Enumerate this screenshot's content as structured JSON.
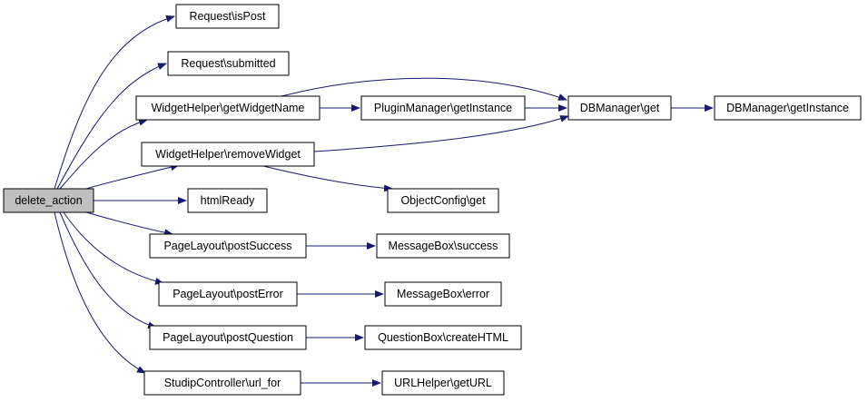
{
  "colors": {
    "edge": "#191970",
    "node_border": "#000000",
    "node_fill": "#ffffff",
    "root_fill": "#bfbfbf",
    "background": "#ffffff"
  },
  "nodes": [
    {
      "id": "delete_action",
      "label": "delete_action",
      "root": true
    },
    {
      "id": "isPost",
      "label": "Request\\isPost"
    },
    {
      "id": "submitted",
      "label": "Request\\submitted"
    },
    {
      "id": "getWidgetName",
      "label": "WidgetHelper\\getWidgetName"
    },
    {
      "id": "removeWidget",
      "label": "WidgetHelper\\removeWidget"
    },
    {
      "id": "htmlReady",
      "label": "htmlReady"
    },
    {
      "id": "postSuccess",
      "label": "PageLayout\\postSuccess"
    },
    {
      "id": "postError",
      "label": "PageLayout\\postError"
    },
    {
      "id": "postQuestion",
      "label": "PageLayout\\postQuestion"
    },
    {
      "id": "url_for",
      "label": "StudipController\\url_for"
    },
    {
      "id": "pm_getInstance",
      "label": "PluginManager\\getInstance"
    },
    {
      "id": "db_get",
      "label": "DBManager\\get"
    },
    {
      "id": "db_getInstance",
      "label": "DBManager\\getInstance"
    },
    {
      "id": "oc_get",
      "label": "ObjectConfig\\get"
    },
    {
      "id": "mb_success",
      "label": "MessageBox\\success"
    },
    {
      "id": "mb_error",
      "label": "MessageBox\\error"
    },
    {
      "id": "qb_createHTML",
      "label": "QuestionBox\\createHTML"
    },
    {
      "id": "url_getURL",
      "label": "URLHelper\\getURL"
    }
  ],
  "edges": [
    {
      "from": "delete_action",
      "to": "isPost"
    },
    {
      "from": "delete_action",
      "to": "submitted"
    },
    {
      "from": "delete_action",
      "to": "getWidgetName"
    },
    {
      "from": "delete_action",
      "to": "removeWidget"
    },
    {
      "from": "delete_action",
      "to": "htmlReady"
    },
    {
      "from": "delete_action",
      "to": "postSuccess"
    },
    {
      "from": "delete_action",
      "to": "postError"
    },
    {
      "from": "delete_action",
      "to": "postQuestion"
    },
    {
      "from": "delete_action",
      "to": "url_for"
    },
    {
      "from": "getWidgetName",
      "to": "pm_getInstance"
    },
    {
      "from": "getWidgetName",
      "to": "db_get"
    },
    {
      "from": "pm_getInstance",
      "to": "db_get"
    },
    {
      "from": "db_get",
      "to": "db_getInstance"
    },
    {
      "from": "removeWidget",
      "to": "db_get"
    },
    {
      "from": "removeWidget",
      "to": "oc_get"
    },
    {
      "from": "postSuccess",
      "to": "mb_success"
    },
    {
      "from": "postError",
      "to": "mb_error"
    },
    {
      "from": "postQuestion",
      "to": "qb_createHTML"
    },
    {
      "from": "url_for",
      "to": "url_getURL"
    }
  ]
}
